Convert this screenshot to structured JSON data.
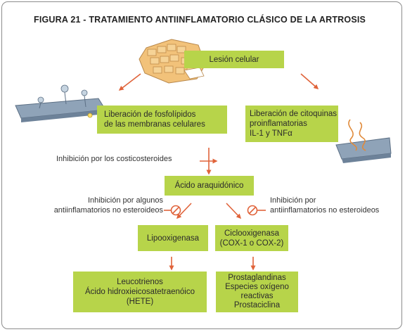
{
  "title": "FIGURA 21 - TRATAMIENTO ANTIINFLAMATORIO CLÁSICO DE LA ARTROSIS",
  "nodes": {
    "lesion": "Lesión celular",
    "fosfolipidos": [
      "Liberación de fosfolípidos",
      "de las membranas celulares"
    ],
    "citoquinas": [
      "Liberación de citoquinas",
      "proinflamatorias",
      "IL-1 y TNFα"
    ],
    "acido": "Ácido araquidónico",
    "lipooxigenasa": "Lipooxigenasa",
    "ciclooxigenasa": [
      "Ciclooxigenasa",
      "(COX-1 o COX-2)"
    ],
    "leucotrienos": [
      "Leucotrienos",
      "Ácido hidroxieicosatetraenóico",
      "(HETE)"
    ],
    "prostaglandinas": [
      "Prostaglandinas",
      "Especies oxígeno",
      "reactivas",
      "Prostaciclina"
    ]
  },
  "notes": {
    "corticosteroides": "Inhibición por los costicosteroides",
    "algunos_aine": [
      "Inhibición por algunos",
      "antiinflamatorios no esteroideos"
    ],
    "aine": [
      "Inhibición por",
      "antiinflamatorios no esteroideos"
    ]
  },
  "colors": {
    "box": "#b7d44a",
    "arrow": "#e0633a",
    "frame": "#8c8c8c"
  }
}
